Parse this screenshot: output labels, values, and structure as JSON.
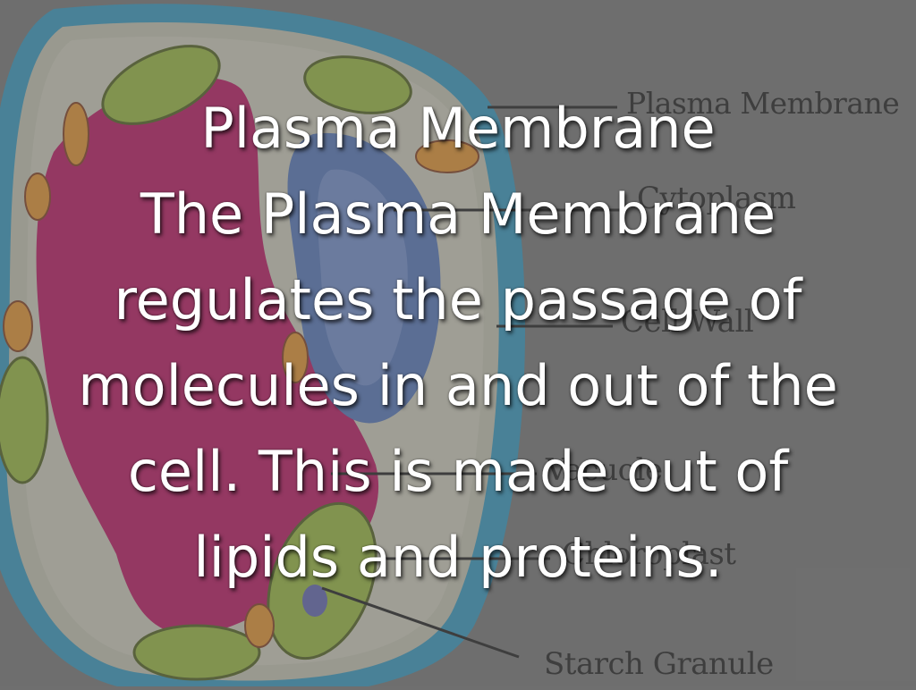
{
  "slide": {
    "heading": "Plasma Membrane",
    "body_lines": [
      "The Plasma Membrane",
      "regulates the passage of",
      "molecules in and out of the",
      "cell. This is made out of",
      "lipids and proteins."
    ]
  },
  "diagram": {
    "labels": {
      "plasma_membrane": "Plasma Membrane",
      "cytoplasm": "Cytoplasm",
      "cell_wall": "Cell Wall",
      "vacuole": "Vacuole",
      "chloroplast": "Chloroplast",
      "starch_granule": "Starch Granule"
    },
    "colors": {
      "background": "#6f6f6f",
      "cell_wall": "#2f8fb5",
      "cytoplasm": "#b8b8a8",
      "vacuole": "#b0125a",
      "nucleus": "#4f6fb0",
      "chloroplast": "#8fae3a",
      "mitochondria": "#d88a2a"
    }
  }
}
